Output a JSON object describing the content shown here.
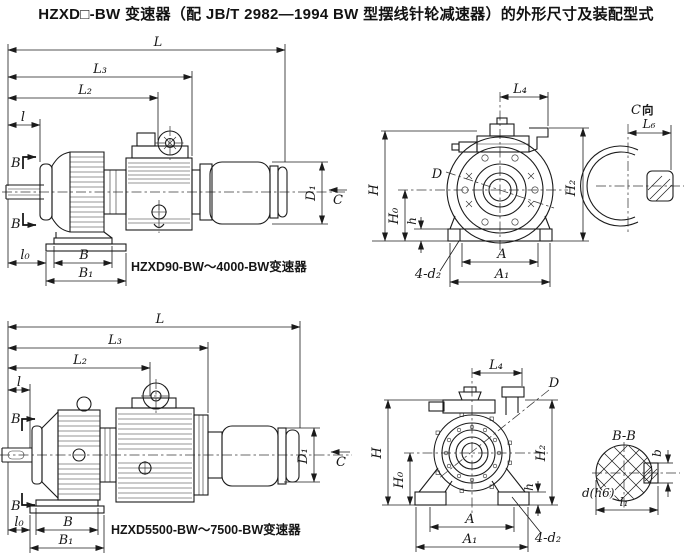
{
  "title": "HZXD□-BW 变速器（配 JB/T 2982—1994 BW 型摆线针轮减速器）的外形尺寸及装配型式",
  "views": {
    "hzxd90_side": {
      "caption": "HZXD90-BW～4000-BW变速器"
    },
    "hzxd5500_side": {
      "caption": "HZXD5500-BW～7500-BW变速器"
    },
    "c_view": {
      "label_letter": "C",
      "label_suffix": "向"
    },
    "bb_section": {
      "label": "B-B"
    }
  },
  "dims": {
    "L": "L",
    "L2": "L₂",
    "L3": "L₃",
    "L4": "L₄",
    "L6": "L₆",
    "l": "l",
    "l0": "l₀",
    "l1": "l₁",
    "B": "B",
    "B1": "B₁",
    "D": "D",
    "D1": "D₁",
    "H": "H",
    "H0": "H₀",
    "H2": "H₂",
    "h": "h",
    "A": "A",
    "A1": "A₁",
    "four_d2": "4-d₂",
    "C": "C",
    "b": "b",
    "d_h6": "d(h6)"
  }
}
